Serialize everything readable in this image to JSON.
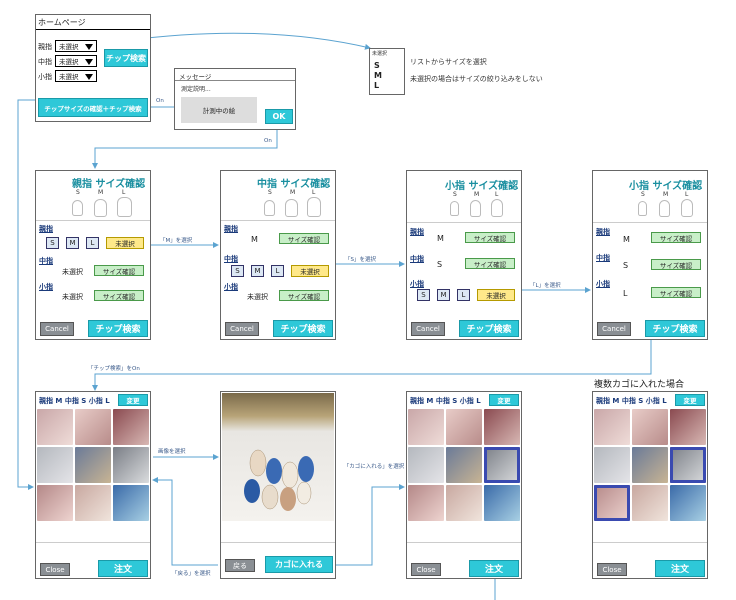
{
  "home": {
    "title": "ホームページ",
    "thumb": "親指",
    "middle": "中指",
    "little": "小指",
    "unselected": "未選択",
    "chip_search": "チップ検索",
    "size_check_btn": "チップサイズの確認＋チップ検索"
  },
  "message": {
    "title": "メッセージ",
    "body": "測定説明...",
    "measuring": "計測中の絵",
    "ok": "OK"
  },
  "dropdown": {
    "header": "未選択",
    "options": [
      "S",
      "M",
      "L"
    ],
    "note1": "リストからサイズを選択",
    "note2": "未選択の場合はサイズの絞り込みをしない"
  },
  "arrows": {
    "on1": "On",
    "on2": "On",
    "sel_m": "「M」を選択",
    "sel_s": "「S」を選択",
    "sel_l": "「L」を選択",
    "chip_on": "「チップ検索」をOn",
    "img_sel": "画像を選択",
    "cart_sel": "「カゴに入れる」を選択",
    "back_sel": "「戻る」を選択"
  },
  "screens": {
    "s1_title": "親指 サイズ確認",
    "s2_title": "中指 サイズ確認",
    "s3_title": "小指 サイズ確認",
    "s4_title": "小指 サイズ確認",
    "sizes": [
      "S",
      "M",
      "L"
    ],
    "thumb": "親指",
    "middle": "中指",
    "little": "小指",
    "unselected": "未選択",
    "size_check": "サイズ確認",
    "m": "M",
    "s": "S",
    "l": "L",
    "cancel": "Cancel",
    "chip_search": "チップ検索"
  },
  "result": {
    "header": "親指 M 中指 S 小指 L",
    "change": "変更",
    "close": "Close",
    "order": "注文",
    "back": "戻る",
    "add_cart": "カゴに入れる",
    "multi_title": "複数カゴに入れた場合"
  },
  "colors": {
    "teal": "#2ec8d8",
    "arrow": "#5ba3d0",
    "select_box": "#3a4ab0"
  }
}
